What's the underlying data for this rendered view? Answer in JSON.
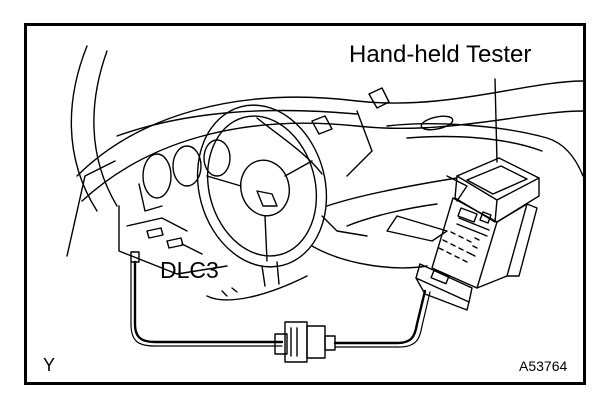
{
  "labels": {
    "tester": "Hand-held Tester",
    "connector": "DLC3",
    "view_code": "Y",
    "figure_id": "A53764"
  }
}
